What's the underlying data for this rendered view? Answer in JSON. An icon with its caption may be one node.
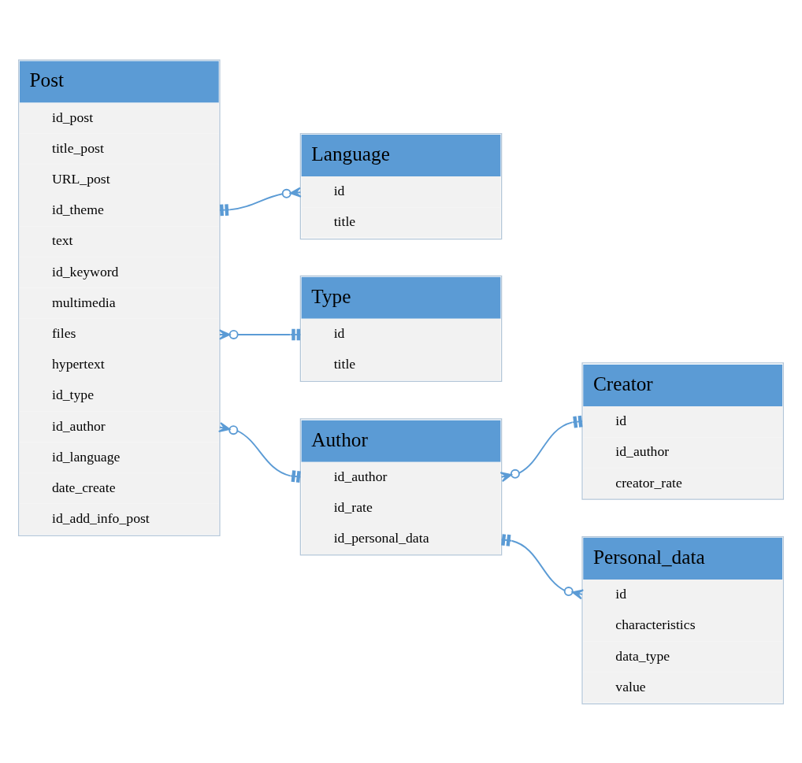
{
  "diagram": {
    "nodes": [
      {
        "text": [
          "Post",
          "id_post",
          "title_post",
          "URL_post",
          "id_theme",
          "text",
          "id_keyword",
          "multimedia",
          "files",
          "hypertext",
          "id_type",
          "id_author",
          "id_language",
          "date_create",
          "id_add_info_post"
        ]
      },
      {
        "text": [
          "Language",
          "id",
          "title"
        ]
      },
      {
        "text": [
          "Type",
          "id",
          "title"
        ]
      },
      {
        "text": [
          "Author",
          "id_author",
          "id_rate",
          "id_personal_data"
        ]
      },
      {
        "text": [
          "Creator",
          "id",
          "id_author",
          "creator_rate"
        ]
      },
      {
        "text": [
          "Personal_data",
          "id",
          "characteristics",
          "data_type",
          "value"
        ]
      }
    ],
    "edges": [
      {
        "from": 0,
        "to": 1,
        "arrow": "other"
      },
      {
        "from": 0,
        "to": 2,
        "arrow": "other"
      },
      {
        "from": 0,
        "to": 3,
        "arrow": "other"
      },
      {
        "from": 3,
        "to": 4,
        "arrow": "other"
      },
      {
        "from": 3,
        "to": 5,
        "arrow": "other"
      }
    ]
  }
}
